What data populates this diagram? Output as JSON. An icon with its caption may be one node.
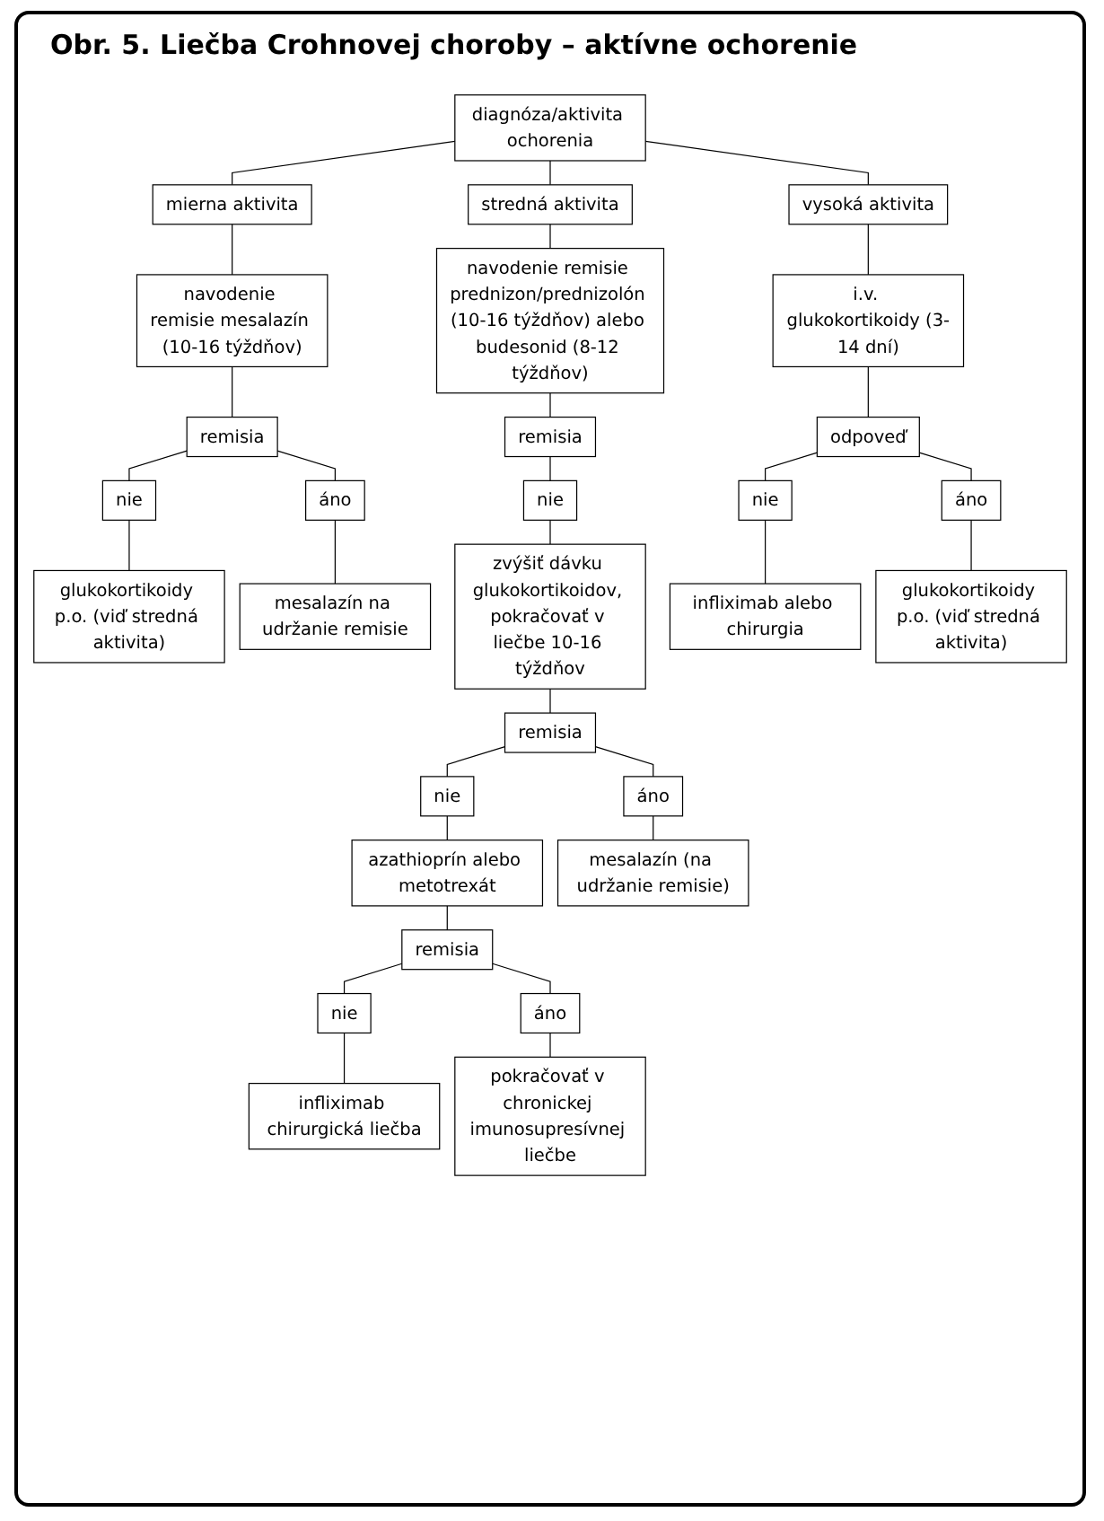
{
  "diagram": {
    "title": "Obr. 5. Liečba Crohnovej choroby – aktívne ochorenie",
    "nodes": [
      {
        "text": [
          "diagnóza/aktivita ochorenia"
        ]
      },
      {
        "text": [
          "mierna aktivita"
        ]
      },
      {
        "text": [
          "stredná aktivita"
        ]
      },
      {
        "text": [
          "vysoká aktivita"
        ]
      },
      {
        "text": [
          "navodenie remisie mesalazín (10-16 týždňov)"
        ]
      },
      {
        "text": [
          "navodenie remisie prednizon/prednizolón (10-16 týždňov) alebo budesonid (8-12 týždňov)"
        ]
      },
      {
        "text": [
          "i.v. glukokortikoidy (3-14 dní)"
        ]
      },
      {
        "text": [
          "remisia"
        ]
      },
      {
        "text": [
          "remisia"
        ]
      },
      {
        "text": [
          "odpoveď"
        ]
      },
      {
        "text": [
          "nie"
        ]
      },
      {
        "text": [
          "áno"
        ]
      },
      {
        "text": [
          "nie"
        ]
      },
      {
        "text": [
          "nie"
        ]
      },
      {
        "text": [
          "áno"
        ]
      },
      {
        "text": [
          "glukokortikoidy p.o. (viď stredná aktivita)"
        ]
      },
      {
        "text": [
          "mesalazín na udržanie remisie"
        ]
      },
      {
        "text": [
          "zvýšiť dávku glukokortikoidov, pokračovať v liečbe 10-16 týždňov"
        ]
      },
      {
        "text": [
          "infliximab alebo chirurgia"
        ]
      },
      {
        "text": [
          "glukokortikoidy p.o. (viď stredná aktivita)"
        ]
      },
      {
        "text": [
          "remisia"
        ]
      },
      {
        "text": [
          "nie"
        ]
      },
      {
        "text": [
          "áno"
        ]
      },
      {
        "text": [
          "azathioprín alebo metotrexát"
        ]
      },
      {
        "text": [
          "mesalazín (na udržanie remisie)"
        ]
      },
      {
        "text": [
          "remisia"
        ]
      },
      {
        "text": [
          "nie"
        ]
      },
      {
        "text": [
          "áno"
        ]
      },
      {
        "text": [
          "infliximab chirurgická liečba"
        ]
      },
      {
        "text": [
          "pokračovať v chronickej imunosupresívnej liečbe"
        ]
      }
    ],
    "edges": [
      {
        "from": 0,
        "to": 1,
        "arrow": "none"
      },
      {
        "from": 0,
        "to": 2,
        "arrow": "none"
      },
      {
        "from": 0,
        "to": 3,
        "arrow": "none"
      },
      {
        "from": 1,
        "to": 4,
        "arrow": "none"
      },
      {
        "from": 2,
        "to": 5,
        "arrow": "none"
      },
      {
        "from": 3,
        "to": 6,
        "arrow": "none"
      },
      {
        "from": 4,
        "to": 7,
        "arrow": "none"
      },
      {
        "from": 5,
        "to": 8,
        "arrow": "none"
      },
      {
        "from": 6,
        "to": 9,
        "arrow": "none"
      },
      {
        "from": 7,
        "to": 10,
        "arrow": "none"
      },
      {
        "from": 7,
        "to": 11,
        "arrow": "none"
      },
      {
        "from": 8,
        "to": 12,
        "arrow": "none"
      },
      {
        "from": 9,
        "to": 13,
        "arrow": "none"
      },
      {
        "from": 9,
        "to": 14,
        "arrow": "none"
      },
      {
        "from": 10,
        "to": 15,
        "arrow": "none"
      },
      {
        "from": 11,
        "to": 16,
        "arrow": "none"
      },
      {
        "from": 12,
        "to": 17,
        "arrow": "none"
      },
      {
        "from": 13,
        "to": 18,
        "arrow": "none"
      },
      {
        "from": 14,
        "to": 19,
        "arrow": "none"
      },
      {
        "from": 17,
        "to": 20,
        "arrow": "none"
      },
      {
        "from": 20,
        "to": 21,
        "arrow": "none"
      },
      {
        "from": 20,
        "to": 22,
        "arrow": "none"
      },
      {
        "from": 21,
        "to": 23,
        "arrow": "none"
      },
      {
        "from": 22,
        "to": 24,
        "arrow": "none"
      },
      {
        "from": 23,
        "to": 25,
        "arrow": "none"
      },
      {
        "from": 25,
        "to": 26,
        "arrow": "none"
      },
      {
        "from": 25,
        "to": 27,
        "arrow": "none"
      },
      {
        "from": 26,
        "to": 28,
        "arrow": "none"
      },
      {
        "from": 27,
        "to": 29,
        "arrow": "none"
      }
    ]
  }
}
